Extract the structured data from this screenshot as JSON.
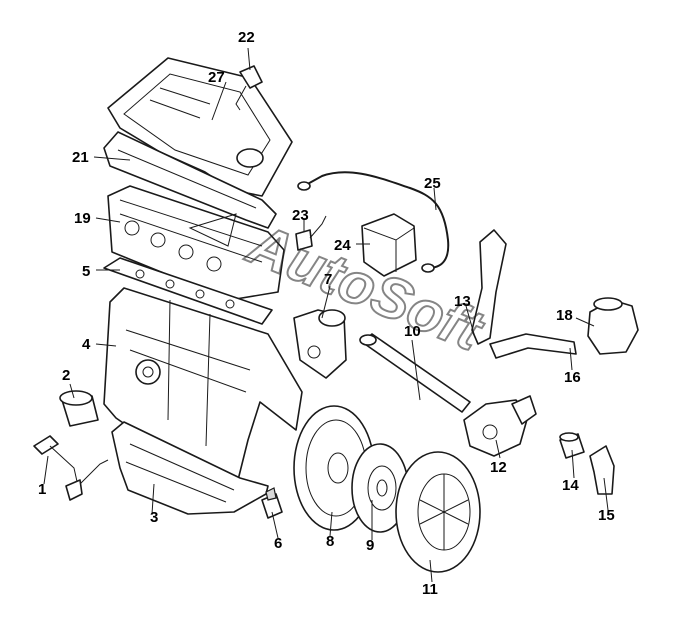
{
  "watermark": "AutoSoft",
  "callouts": [
    {
      "id": "c1",
      "label": "1"
    },
    {
      "id": "c2",
      "label": "2"
    },
    {
      "id": "c3",
      "label": "3"
    },
    {
      "id": "c4",
      "label": "4"
    },
    {
      "id": "c5",
      "label": "5"
    },
    {
      "id": "c6",
      "label": "6"
    },
    {
      "id": "c7",
      "label": "7"
    },
    {
      "id": "c8",
      "label": "8"
    },
    {
      "id": "c9",
      "label": "9"
    },
    {
      "id": "c10",
      "label": "10"
    },
    {
      "id": "c11",
      "label": "11"
    },
    {
      "id": "c12",
      "label": "12"
    },
    {
      "id": "c13",
      "label": "13"
    },
    {
      "id": "c14",
      "label": "14"
    },
    {
      "id": "c15",
      "label": "15"
    },
    {
      "id": "c16",
      "label": "16"
    },
    {
      "id": "c18",
      "label": "18"
    },
    {
      "id": "c19",
      "label": "19"
    },
    {
      "id": "c21",
      "label": "21"
    },
    {
      "id": "c22",
      "label": "22"
    },
    {
      "id": "c23",
      "label": "23"
    },
    {
      "id": "c24",
      "label": "24"
    },
    {
      "id": "c25",
      "label": "25"
    },
    {
      "id": "c27",
      "label": "27"
    }
  ]
}
